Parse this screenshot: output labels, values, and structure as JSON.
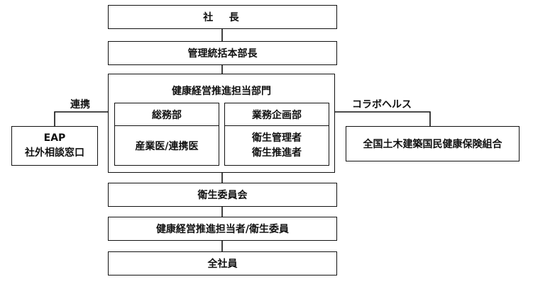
{
  "org_chart": {
    "president": "社　長",
    "supervisor": "管理統括本部長",
    "health_department": {
      "title": "健康経営推進担当部門",
      "general_affairs": {
        "header": "総務部",
        "content": "産業医/連携医"
      },
      "business_planning": {
        "header": "業務企画部",
        "content_lines": [
          "衛生管理者",
          "衛生推進者"
        ]
      }
    },
    "hygiene_committee": "衛生委員会",
    "promoters": "健康経営推進担当者/衛生委員",
    "all_employees": "全社員",
    "left_partner": {
      "relation": "連携",
      "name_lines": [
        "EAP",
        "社外相談窓口"
      ]
    },
    "right_partner": {
      "relation": "コラボヘルス",
      "name": "全国土木建築国民健康保険組合"
    }
  }
}
